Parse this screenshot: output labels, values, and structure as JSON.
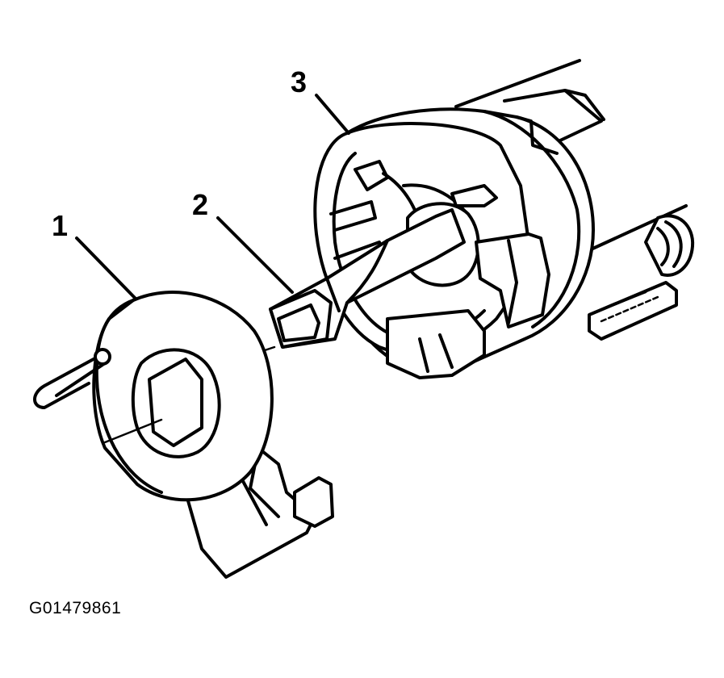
{
  "figure": {
    "callouts": [
      {
        "id": "1",
        "label": "1"
      },
      {
        "id": "2",
        "label": "2"
      },
      {
        "id": "3",
        "label": "3"
      }
    ],
    "figure_id": "G01479861"
  }
}
